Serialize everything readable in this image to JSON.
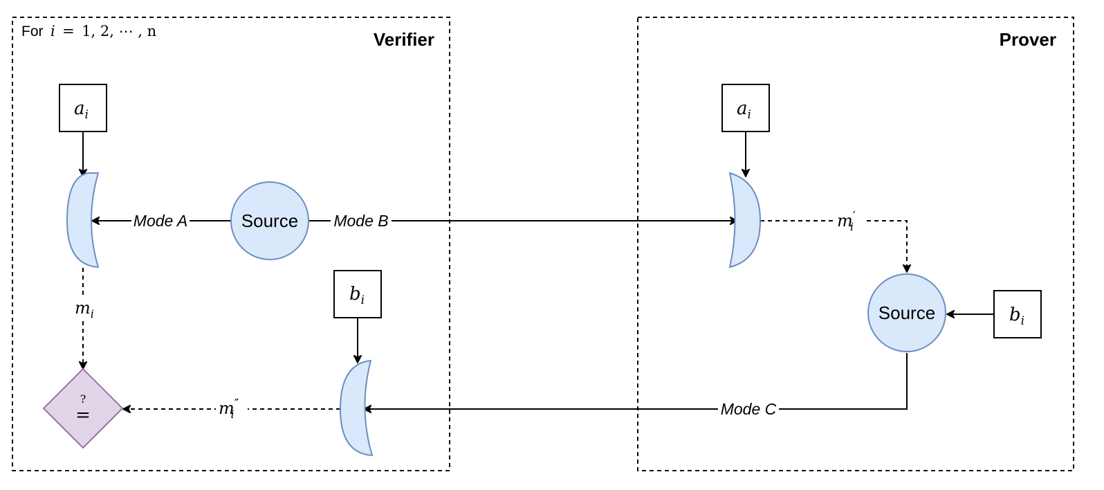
{
  "regions": {
    "verifier": {
      "title": "Verifier",
      "loop_label": {
        "prefix": "For",
        "variable": "i",
        "equals": "=",
        "range": "1, 2, ⋯ , n"
      }
    },
    "prover": {
      "title": "Prover"
    }
  },
  "nodes": {
    "verifier_basis_a": {
      "symbol": "a",
      "subscript": "i"
    },
    "verifier_basis_b": {
      "symbol": "b",
      "subscript": "i"
    },
    "prover_basis_a": {
      "symbol": "a",
      "subscript": "i"
    },
    "prover_basis_b": {
      "symbol": "b",
      "subscript": "i"
    },
    "verifier_source": {
      "label": "Source"
    },
    "prover_source": {
      "label": "Source"
    },
    "check": {
      "top": "?",
      "bottom": "="
    }
  },
  "edges": {
    "mode_a": {
      "label": "Mode A"
    },
    "mode_b": {
      "label": "Mode B"
    },
    "mode_c": {
      "label": "Mode C"
    },
    "m_i": {
      "symbol": "m",
      "subscript": "i"
    },
    "m_i_prime": {
      "symbol": "m",
      "subscript": "i",
      "prime": "′"
    },
    "m_i_double_prime": {
      "symbol": "m",
      "subscript": "i",
      "prime": "″"
    }
  },
  "colors": {
    "detector_fill": "#dae8fc",
    "detector_stroke": "#6c8ebf",
    "decision_fill": "#e1d5e7",
    "decision_stroke": "#9673a6"
  }
}
